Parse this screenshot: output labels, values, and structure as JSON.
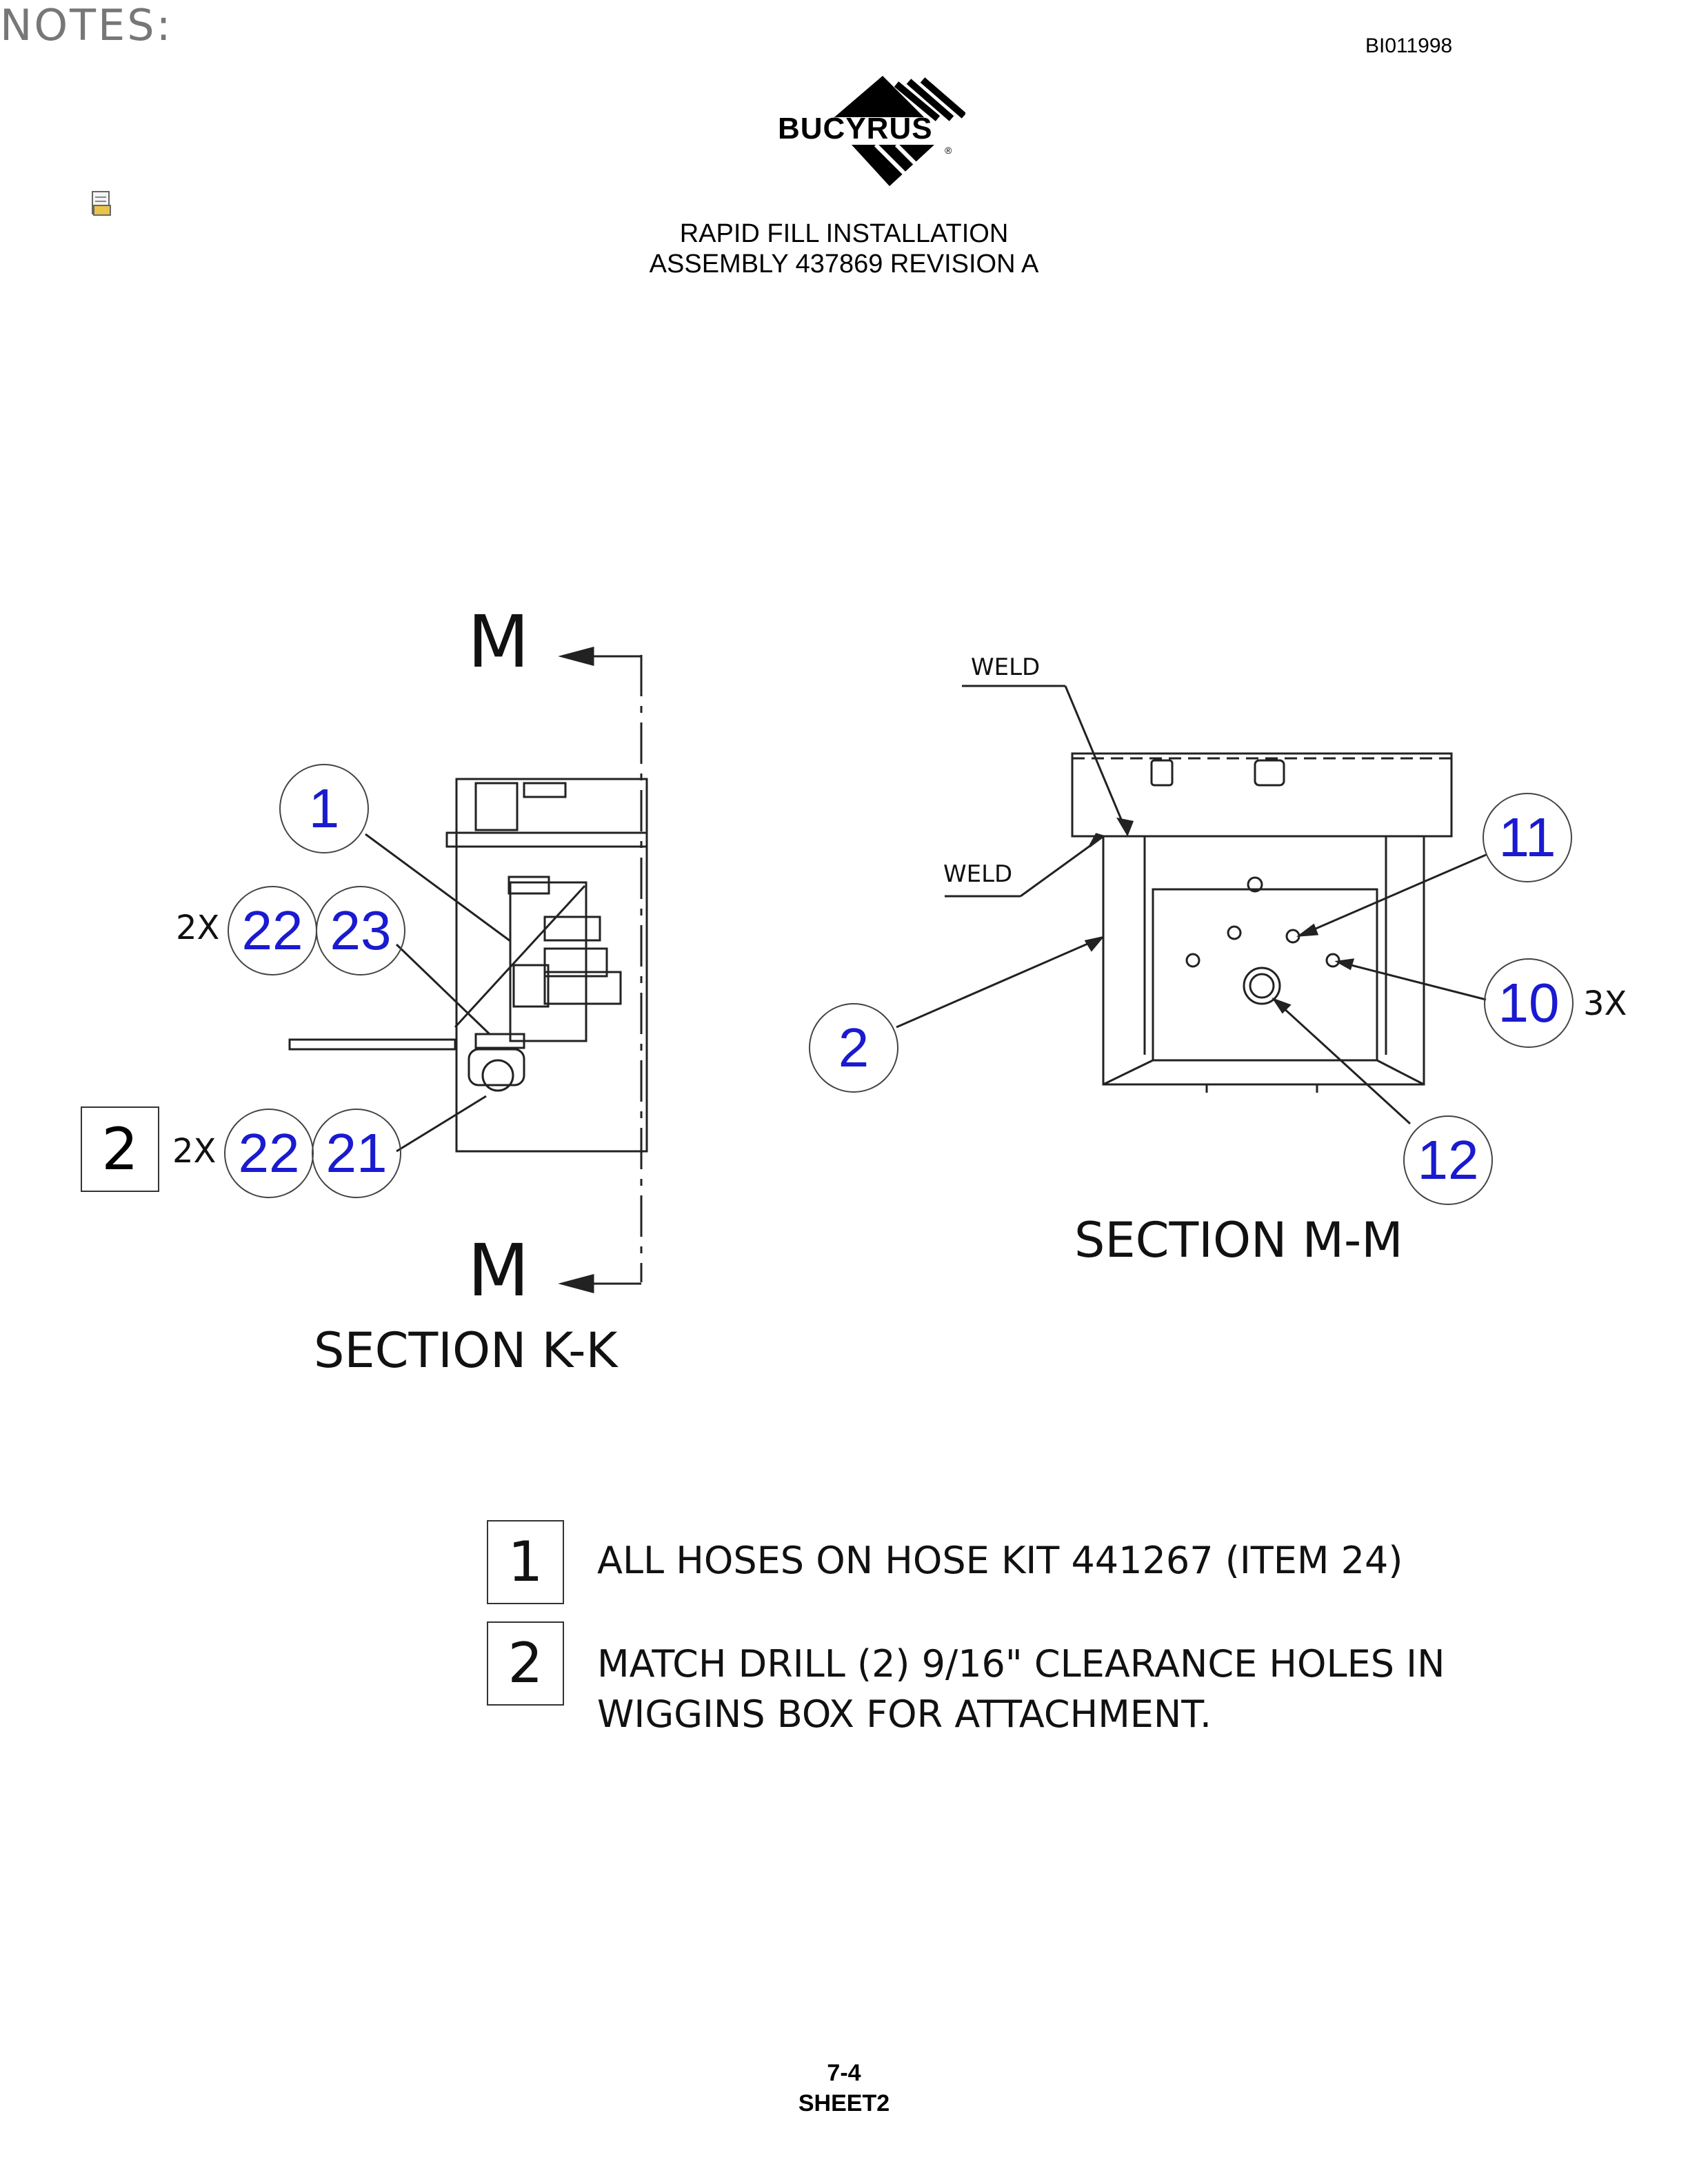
{
  "header": {
    "doc_id": "BI011998",
    "logo_text": "BUCYRUS",
    "logo_registered": "®",
    "title_line1": "RAPID FILL INSTALLATION",
    "title_line2": "ASSEMBLY 437869 REVISION A"
  },
  "section_k": {
    "cut_label_top": "M",
    "cut_label_bottom": "M",
    "title": "SECTION K-K",
    "balloons": {
      "b1": "1",
      "b22a": "22",
      "b23": "23",
      "b22b": "22",
      "b21": "21"
    },
    "qty_top": "2X",
    "qty_bottom": "2X",
    "note_flag": "2"
  },
  "section_m": {
    "title": "SECTION M-M",
    "weld_top": "WELD",
    "weld_left": "WELD",
    "balloons": {
      "b11": "11",
      "b10": "10",
      "b2": "2",
      "b12": "12"
    },
    "qty_10": "3X"
  },
  "notes": {
    "heading": "NOTES:",
    "items": [
      {
        "num": "1",
        "text": "ALL HOSES ON HOSE KIT 441267 (ITEM 24)"
      },
      {
        "num": "2",
        "line1": "MATCH DRILL (2) 9/16\" CLEARANCE HOLES IN",
        "line2": "WIGGINS BOX FOR ATTACHMENT."
      }
    ]
  },
  "footer": {
    "page": "7-4",
    "sheet": "SHEET2"
  },
  "icons": {
    "attachment": "attachment-icon"
  },
  "colors": {
    "balloon_text": "#1a1ad0",
    "line": "#222222"
  }
}
